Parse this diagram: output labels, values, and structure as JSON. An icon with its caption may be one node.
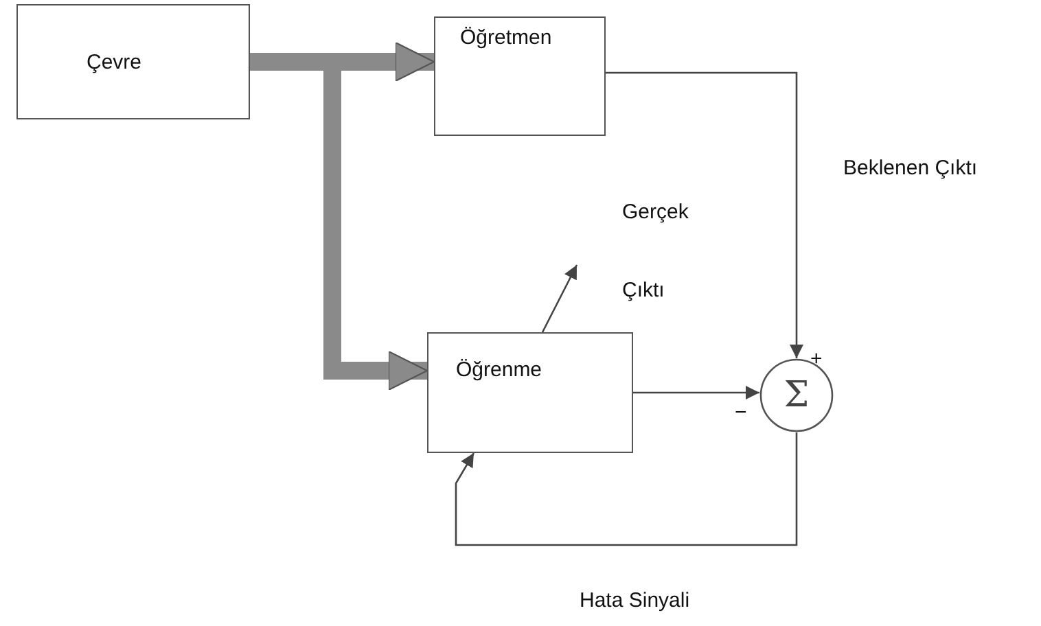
{
  "diagram": {
    "nodes": [
      {
        "text": [
          "Çevre"
        ]
      },
      {
        "text": [
          "Öğretmen"
        ]
      },
      {
        "text": [
          "Öğrenme"
        ]
      },
      {
        "text": [
          "Σ"
        ]
      }
    ],
    "edges": [
      {
        "from": 0,
        "to": 1,
        "arrow": "to",
        "style": "thick",
        "color": "#8a8a8a"
      },
      {
        "from": 0,
        "to": 2,
        "arrow": "to",
        "style": "thick",
        "color": "#8a8a8a"
      },
      {
        "from": 1,
        "to": 3,
        "arrow": "to",
        "label": "Beklenen Çıktı"
      },
      {
        "from": 2,
        "to": 3,
        "arrow": "to"
      },
      {
        "from": 3,
        "to": 2,
        "arrow": "to",
        "label": "Hata Sinyali"
      },
      {
        "from": 2,
        "to": null,
        "arrow": "to"
      }
    ],
    "labels": [
      "Gerçek",
      "Çıktı",
      "+",
      "−"
    ]
  }
}
